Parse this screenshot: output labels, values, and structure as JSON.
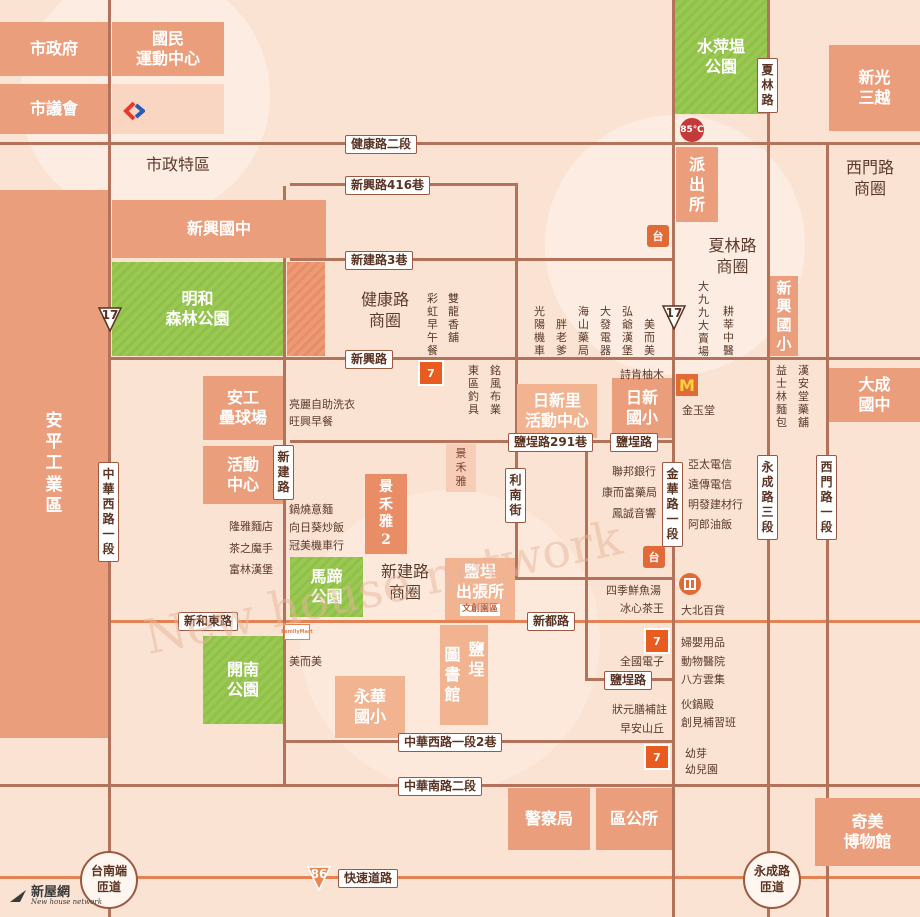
{
  "blocks": {
    "city_hall": "市政府",
    "city_council": "市議會",
    "sports_center": "國民\n運動中心",
    "shuiping_park": "水萍塭\n公園",
    "shin_kong": "新光\n三越",
    "police_post": "派\n出\n所",
    "xinxing_junior": "新興國中",
    "minghe_park": "明和\n森林公園",
    "anping_industrial": "安\n平\n工\n業\n區",
    "angong_field": "安工\n壘球場",
    "activity_center": "活動\n中心",
    "matee_park": "馬蹄\n公園",
    "kainan_park": "開南\n公園",
    "rixinli_center": "日新里\n活動中心",
    "rixin_elementary": "日新\n國小",
    "xinxing_elementary": "新興\n國小",
    "dacheng_junior": "大成\n國中",
    "yanqiao_office": "鹽埕\n出張所",
    "yanqiao_office_sub": "文創園區",
    "library_a": "圖\n書\n館",
    "library_b": "鹽\n埕",
    "yonghua_elementary": "永華\n國小",
    "police_bureau": "警察局",
    "district_office": "區公所",
    "chimei_museum": "奇美\n博物館",
    "jingheya2": "景\n禾\n雅\n2",
    "jingheya": "景\n禾\n雅"
  },
  "areas": {
    "civic_district": "市政特區",
    "ximen_circle": "西門路\n商圈",
    "xialin_circle": "夏林路\n商圈",
    "jiankang_circle": "健康路\n商圈",
    "xinjian_circle": "新建路\n商圈"
  },
  "roads": {
    "jiankang2": "健康路二段",
    "xinxing416": "新興路416巷",
    "xinjian3": "新建路3巷",
    "xinxing": "新興路",
    "yanqiao291": "鹽埕路291巷",
    "yanqiao_a": "鹽埕路",
    "yanqiao_b": "鹽埕路",
    "xinhe_east": "新和東路",
    "xindu": "新都路",
    "zhonghua_west_lane": "中華西路一段2巷",
    "zhonghua_south2": "中華南路二段",
    "expressway": "快速道路",
    "xialin": "夏林路",
    "zhonghua_west1": "中華西路一段",
    "xinjian_v": "新建路",
    "linan": "利南街",
    "jinhua1": "金華路一段",
    "yongcheng3": "永成路三段",
    "ximen1": "西門路一段"
  },
  "interchanges": {
    "tainan_ramp": "台南端\n匝道",
    "yongcheng_ramp": "永成路\n匝道"
  },
  "shields": {
    "prov17": "17",
    "prov86": "86"
  },
  "store_icons": {
    "seven": "7",
    "tai": "台",
    "fami": "FamilyMart",
    "mcd": "M",
    "b85": "85℃"
  },
  "pois": {
    "caihong": "彩虹早午餐",
    "shuanglong": "雙龍香舖",
    "dongqu": "東區釣具",
    "mingfeng": "銘風布業",
    "guangyang": "光陽機車",
    "panglao": "胖老爹",
    "haishan": "海山藥局",
    "dafa": "大發電器",
    "hongye": "弘爺漢堡",
    "meierme": "美而美",
    "dajiujiu": "大九九大賣場",
    "gengxin": "耕莘中醫",
    "yishi": "益士林麵包",
    "hanan": "漢安堂藥舖",
    "shikenyu": "詩肯柚木",
    "jinyutang": "金玉堂",
    "lianbang": "聯邦銀行",
    "kangerfu": "康而富藥局",
    "fengcheng": "鳳誠音響",
    "yatai": "亞太電信",
    "yuanchuan": "遠傳電信",
    "mingfa": "明發建材行",
    "alang": "阿郎油飯",
    "liangli": "亮麗自助洗衣",
    "wangxing": "旺興早餐",
    "guoshao": "鍋燒意麵",
    "xiangrikui": "向日葵炒飯",
    "guanmei": "冠美機車行",
    "longya": "隆雅麵店",
    "chazhimoshou": "茶之魔手",
    "fulinhanbao": "富林漢堡",
    "siji": "四季鮮魚湯",
    "bingxin": "冰心茶王",
    "dabei": "大北百貨",
    "meierme2": "美而美",
    "fuying": "婦嬰用品",
    "quanguo": "全國電子",
    "dongwu": "動物醫院",
    "bafang": "八方雲集",
    "zhuangyuan": "狀元膳補註",
    "zaoan": "早安山丘",
    "huoguo": "伙鍋殿",
    "chuangjian": "創見補習班",
    "youya": "幼芽\n幼兒園"
  },
  "logo": {
    "name": "新屋網",
    "sub": "New house network"
  },
  "watermark": "New house network"
}
